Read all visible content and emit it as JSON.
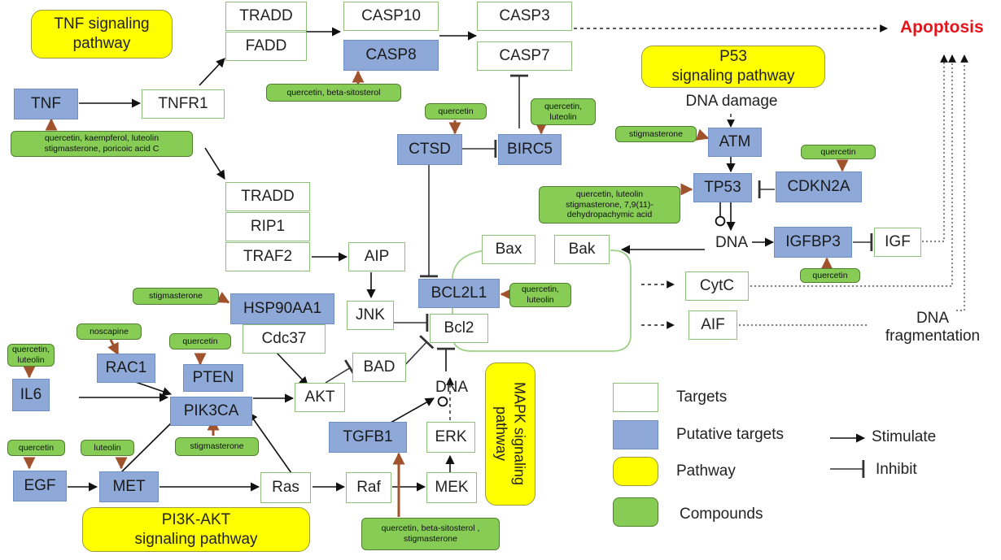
{
  "outcome": "Apoptosis",
  "pathways": {
    "tnf": "TNF signaling\npathway",
    "p53": "P53\nsignaling pathway",
    "pi3k": "PI3K-AKT\nsignaling pathway",
    "mapk": "MAPK signaling\npathway"
  },
  "nodes": {
    "tradd1": "TRADD",
    "fadd": "FADD",
    "casp10": "CASP10",
    "casp8": "CASP8",
    "casp3": "CASP3",
    "casp7": "CASP7",
    "tnf": "TNF",
    "tnfr1": "TNFR1",
    "ctsd": "CTSD",
    "birc5": "BIRC5",
    "atm": "ATM",
    "tp53": "TP53",
    "cdkn2a": "CDKN2A",
    "tradd2": "TRADD",
    "rip1": "RIP1",
    "traf2": "TRAF2",
    "aip": "AIP",
    "bax": "Bax",
    "bak": "Bak",
    "igfbp3": "IGFBP3",
    "igf": "IGF",
    "bcl2l1": "BCL2L1",
    "hsp90aa1": "HSP90AA1",
    "jnk": "JNK",
    "bcl2": "Bcl2",
    "cdc37": "Cdc37",
    "cytc": "CytC",
    "aif": "AIF",
    "rac1": "RAC1",
    "pten": "PTEN",
    "bad": "BAD",
    "il6": "IL6",
    "pik3ca": "PIK3CA",
    "akt": "AKT",
    "tgfb1": "TGFB1",
    "erk": "ERK",
    "egf": "EGF",
    "met": "MET",
    "ras": "Ras",
    "raf": "Raf",
    "mek": "MEK"
  },
  "labels": {
    "dna_damage": "DNA damage",
    "dna_p53": "DNA",
    "dna_mapk": "DNA",
    "dna_fragmentation": "DNA\nfragmentation"
  },
  "compounds": {
    "casp8": "quercetin, beta-sitosterol",
    "tnf": "quercetin, kaempferol, luteolin\nstigmasterone, poricoic acid C",
    "ctsd": "quercetin",
    "birc5": "quercetin,\nluteolin",
    "atm": "stigmasterone",
    "cdkn2a": "quercetin",
    "tp53": "quercetin, luteolin\nstigmasterone, 7,9(11)-\ndehydropachymic acid",
    "igfbp3": "quercetin",
    "bcl2l1": "quercetin,\nluteolin",
    "hsp90aa1": "stigmasterone",
    "rac1": "noscapine",
    "il6": "quercetin,\nluteolin",
    "pten": "quercetin",
    "pik3ca": "stigmasterone",
    "egf": "quercetin",
    "met": "luteolin",
    "tgfb1": "quercetin, beta-sitosterol ,\nstigmasterone"
  },
  "legend": {
    "targets": "Targets",
    "putative": "Putative targets",
    "pathway": "Pathway",
    "compounds": "Compounds",
    "stimulate": "Stimulate",
    "inhibit": "Inhibit"
  },
  "colors": {
    "target_border": "#8fbf7a",
    "putative_fill": "#8ea8d8",
    "pathway_fill": "#ffff00",
    "compound_fill": "#86cc55",
    "compound_arrow": "#a0522d",
    "outcome_text": "#e8141c"
  }
}
